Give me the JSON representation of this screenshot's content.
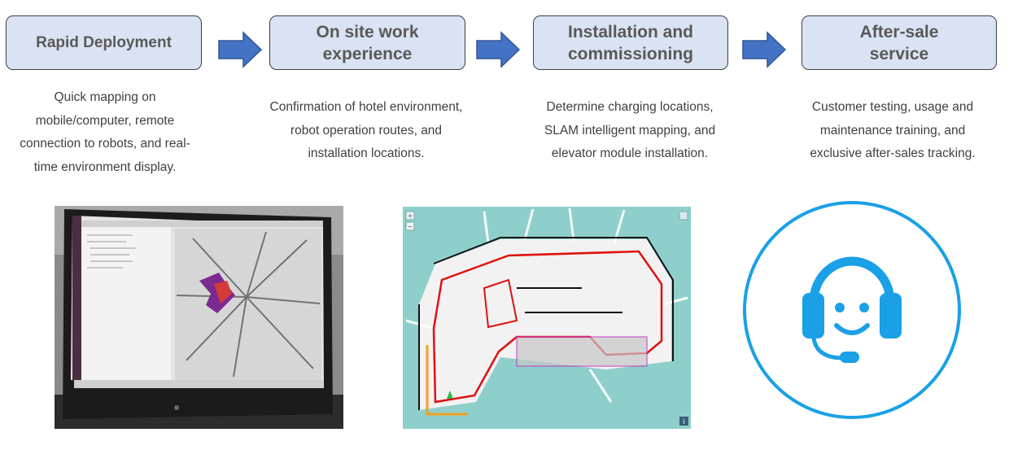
{
  "steps": [
    {
      "title": "Rapid Deployment",
      "description": "Quick mapping on mobile/computer, remote connection to robots, and real-time environment display."
    },
    {
      "title": "On site work experience",
      "description": "Confirmation of hotel environment, robot operation routes, and installation locations."
    },
    {
      "title": "Installation and commissioning",
      "description": "Determine charging locations, SLAM intelligent mapping, and elevator module installation."
    },
    {
      "title": "After-sale service",
      "description": "Customer testing, usage and maintenance training, and exclusive after-sales tracking."
    }
  ],
  "map_controls": {
    "zoom_in": "+",
    "zoom_out": "−",
    "info": "i"
  },
  "icons": {
    "arrow": "right-arrow-icon",
    "headset": "headset-icon"
  },
  "colors": {
    "step_fill": "#dae3f3",
    "arrow": "#4472c4",
    "map_background": "#8ecfcb",
    "route": "#e01010",
    "support_blue": "#1aa0e6"
  }
}
